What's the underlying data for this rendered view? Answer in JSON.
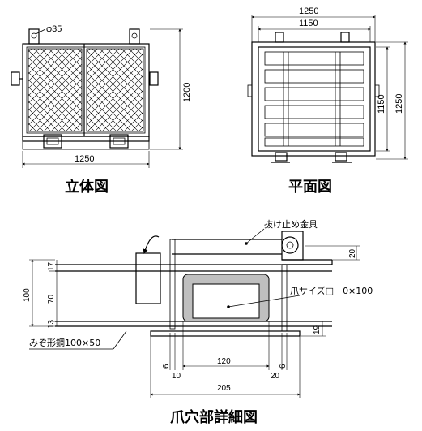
{
  "elevation": {
    "title": "立体図",
    "dim_width": "1250",
    "dim_height": "1200",
    "dim_hole": "φ35"
  },
  "plan": {
    "title": "平面図",
    "dim_outer_width": "1250",
    "dim_inner_width": "1150",
    "dim_inner_height": "1150",
    "dim_outer_height": "1250"
  },
  "detail": {
    "title": "爪穴部詳細図",
    "label_fitting": "抜け止め金具",
    "label_claw_size": "爪サイズ□　0×100",
    "label_channel": "みぞ形鋼100×50",
    "dim_total_height": "100",
    "dim_17": "17",
    "dim_70": "70",
    "dim_13": "13",
    "dim_19": "19",
    "dim_20_fitting": "20",
    "dim_6_left": "6",
    "dim_6_right": "6",
    "dim_10": "10",
    "dim_120": "120",
    "dim_20_right": "20",
    "dim_205": "205"
  }
}
